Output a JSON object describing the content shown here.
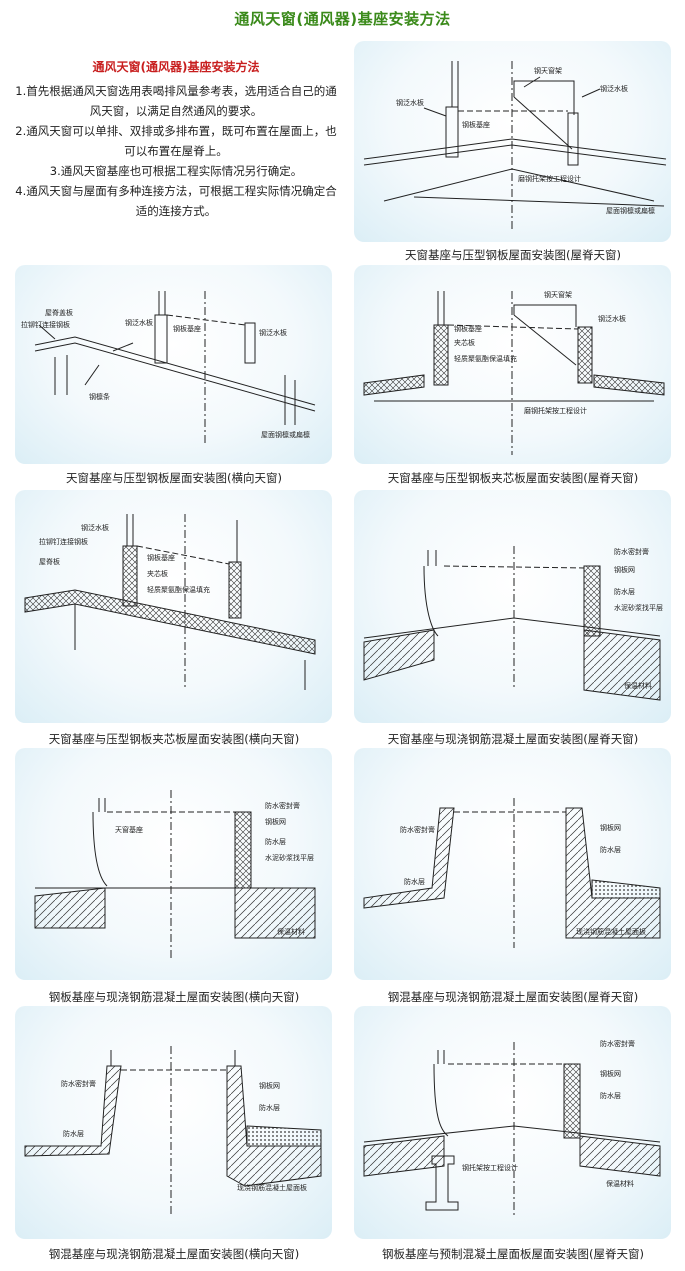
{
  "page_title": "通风天窗(通风器)基座安装方法",
  "intro": {
    "title": "通风天窗(通风器)基座安装方法",
    "lines": [
      "1.首先根据通风天窗选用表喝排风量参考表，选用适合自己的通",
      "风天窗，以满足自然通风的要求。",
      "2.通风天窗可以单排、双排或多排布置，既可布置在屋面上，也",
      "可以布置在屋脊上。",
      "3.通风天窗基座也可根据工程实际情况另行确定。",
      "4.通风天窗与屋面有多种连接方法，可根据工程实际情况确定合",
      "适的连接方式。"
    ]
  },
  "figures": [
    {
      "caption": "天窗基座与压型钢板屋面安装图(屋脊天窗)",
      "labels": [
        "钢天窗架",
        "钢泛水板",
        "钢板基座",
        "钢泛水板",
        "磨钢托架按工程设计",
        "屋面钢檩或扁檩"
      ]
    },
    {
      "caption": "天窗基座与压型钢板屋面安装图(横向天窗)",
      "labels": [
        "屋脊盖板",
        "拉铆钉连接钢板",
        "钢泛水板",
        "钢板基座",
        "钢泛水板",
        "钢檩条",
        "屋面钢檩或扁檩"
      ]
    },
    {
      "caption": "天窗基座与压型钢板夹芯板屋面安装图(屋脊天窗)",
      "labels": [
        "钢天窗架",
        "钢泛水板",
        "钢板基座",
        "夹芯板",
        "轻质聚氨酯保温填充",
        "磨钢托架按工程设计"
      ]
    },
    {
      "caption": "天窗基座与压型钢板夹芯板屋面安装图(横向天窗)",
      "labels": [
        "拉铆钉连接钢板",
        "钢泛水板",
        "屋脊板",
        "钢板基座",
        "夹芯板",
        "轻质聚氨酯保温填充"
      ]
    },
    {
      "caption": "天窗基座与现浇钢筋混凝土屋面安装图(屋脊天窗)",
      "labels": [
        "防水密封膏",
        "钢板网",
        "防水层",
        "水泥砂浆找平层",
        "保温材料"
      ]
    },
    {
      "caption": "钢板基座与现浇钢筋混凝土屋面安装图(横向天窗)",
      "labels": [
        "天窗基座",
        "防水密封膏",
        "钢板网",
        "防水层",
        "水泥砂浆找平层",
        "保温材料"
      ]
    },
    {
      "caption": "钢混基座与现浇钢筋混凝土屋面安装图(屋脊天窗)",
      "labels": [
        "防水密封膏",
        "钢板网",
        "防水层",
        "防水层",
        "现浇钢筋混凝土屋面板"
      ]
    },
    {
      "caption": "钢混基座与现浇钢筋混凝土屋面安装图(横向天窗)",
      "labels": [
        "防水密封膏",
        "钢板网",
        "防水层",
        "防水层",
        "现浇钢筋混凝土屋面板"
      ]
    },
    {
      "caption": "钢板基座与预制混凝土屋面板屋面安装图(屋脊天窗)",
      "labels": [
        "防水密封膏",
        "钢板网",
        "防水层",
        "钢托架按工程设计",
        "保温材料"
      ]
    }
  ]
}
